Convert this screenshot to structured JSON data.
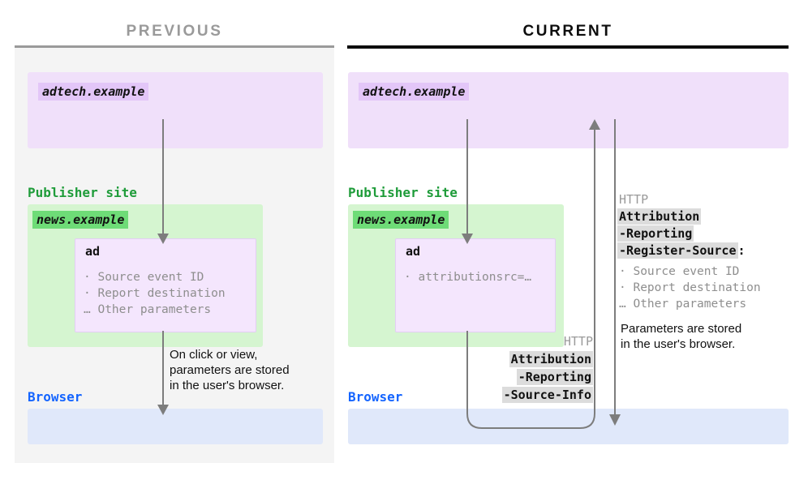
{
  "panels": {
    "previous": {
      "title": "PREVIOUS",
      "adtech_tag": "adtech.example",
      "publisher_label": "Publisher site",
      "news_tag": "news.example",
      "ad_title": "ad",
      "ad_items": "· Source event ID\n· Report destination\n… Other parameters",
      "browser_label": "Browser",
      "note": "On click or view,\nparameters are stored\nin the user's browser."
    },
    "current": {
      "title": "CURRENT",
      "adtech_tag": "adtech.example",
      "publisher_label": "Publisher site",
      "news_tag": "news.example",
      "ad_title": "ad",
      "ad_items": "· attributionsrc=…",
      "browser_label": "Browser",
      "note": "Parameters are stored\nin the user's browser.",
      "request_header": {
        "protocol": "HTTP",
        "line1": "Attribution",
        "line2": "-Reporting",
        "line3": "-Source-Info"
      },
      "response_header": {
        "protocol": "HTTP",
        "line1": "Attribution",
        "line2": "-Reporting",
        "line3": "-Register-Source",
        "colon": ":",
        "params": "· Source event ID\n· Report destination\n… Other parameters"
      }
    }
  },
  "colors": {
    "adtech_bg": "#f0e0fa",
    "adtech_tag_bg": "#e3c6f8",
    "publisher_bg": "#d5f5d0",
    "publisher_tag_bg": "#6edc77",
    "publisher_text": "#1f9c3a",
    "browser_bg": "#e0e8fa",
    "browser_text": "#1565ff",
    "ad_box_bg": "#f4e6fd",
    "arrow": "#7d7d7d",
    "header_highlight": "#dcdcdc",
    "muted_text": "#8e8e8e",
    "panel_prev_bg": "#f4f4f4",
    "divider_prev": "#9a9a9a",
    "divider_curr": "#0d0d0d"
  }
}
